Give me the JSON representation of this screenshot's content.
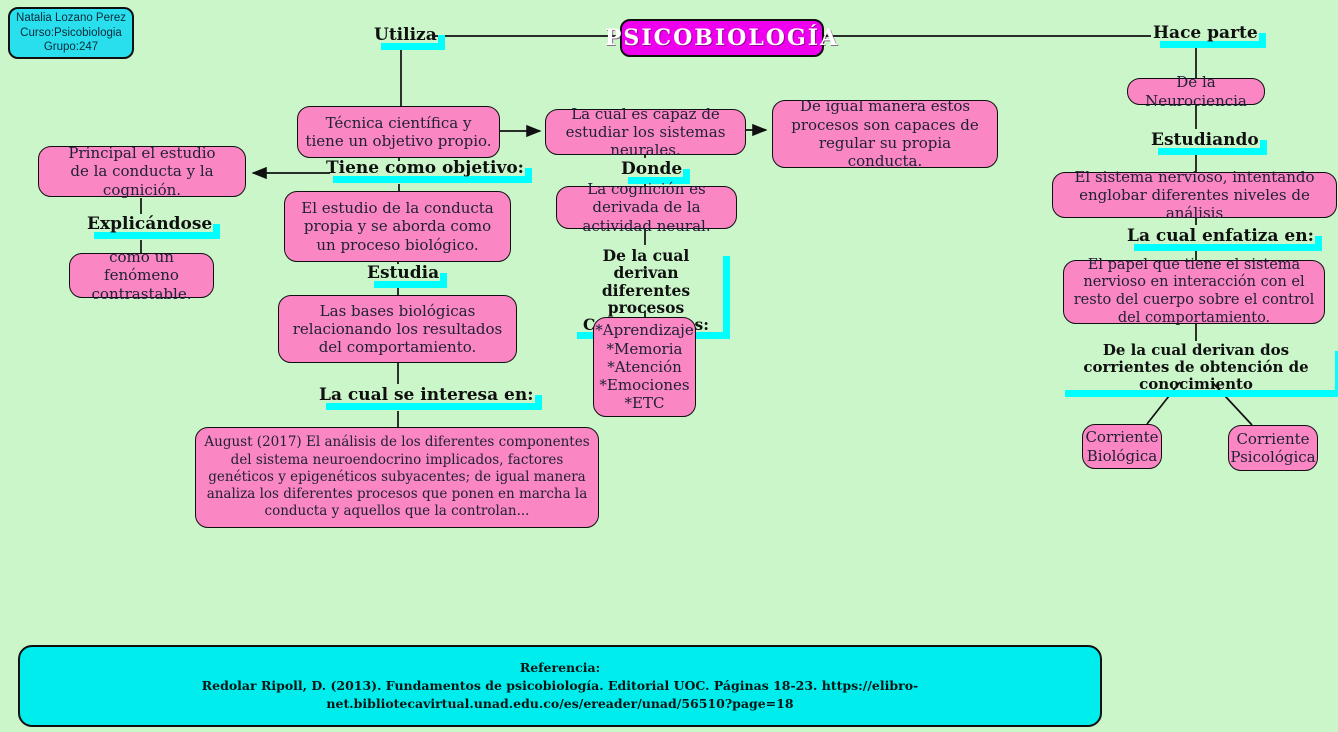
{
  "colors": {
    "background": "#caf6ca",
    "node_pink": "#fa87c3",
    "title_magenta": "#ee00ee",
    "highlight_cyan": "#00ffff",
    "reference_cyan": "#00eded",
    "author_cyan": "#29dfee",
    "line_black": "#101010"
  },
  "author_box": {
    "text": "Natalia Lozano Perez\nCurso:Psicobiologia\nGrupo:247"
  },
  "title": {
    "text": "PSICOBIOLOGÍA"
  },
  "labels": {
    "utiliza": "Utiliza",
    "hace_parte": "Hace parte",
    "tiene_como_objetivo": "Tiene como objetivo:",
    "estudia": "Estudia",
    "la_cual_se_interesa_en": "La cual se interesa en:",
    "explicandose": "Explicándose",
    "donde": "Donde",
    "derivan_procesos": "De la cual derivan diferentes procesos Cognoscitivos:",
    "estudiando": "Estudiando",
    "la_cual_enfatiza_en": "La cual enfatiza en:",
    "derivan_corrientes": "De la cual derivan dos corrientes de obtención de conocimiento"
  },
  "nodes": {
    "tecnica": "Técnica científica y tiene un objetivo propio.",
    "capaz": "La cual es capaz de estudiar los sistemas neurales.",
    "regular": "De igual manera estos procesos son capaces de regular su propia conducta.",
    "principal": "Principal el estudio\nde la conducta y la cognición.",
    "estudio_conducta": "El estudio de la conducta propia y se aborda como un proceso biológico.",
    "fenomeno": "como un fenómeno contrastable.",
    "bases": "Las bases biológicas relacionando los resultados del comportamiento.",
    "cognicion": "La cognición es derivada de la actividad neural.",
    "procesos": "*Aprendizaje\n*Memoria\n*Atención\n*Emociones\n*ETC",
    "august": "August (2017) El análisis de los diferentes componentes del sistema neuroendocrino implicados, factores genéticos y epigenéticos subyacentes; de igual manera analiza los diferentes procesos que ponen en marcha la conducta y aquellos que la controlan...",
    "neurociencia": "De la Neurociencia",
    "sistema_nervioso": "El sistema nervioso, intentando englobar diferentes niveles de análisis",
    "papel": "El papel que tiene el sistema nervioso en interacción con el resto del cuerpo sobre el control del comportamiento.",
    "corriente_biologica": "Corriente\nBiológica",
    "corriente_psicologica": "Corriente\nPsicológica"
  },
  "reference": {
    "heading": "Referencia:",
    "citation": "Redolar Ripoll, D. (2013). Fundamentos de psicobiología. Editorial UOC. Páginas 18-23. https://elibro-net.bibliotecavirtual.unad.edu.co/es/ereader/unad/56510?page=18"
  }
}
